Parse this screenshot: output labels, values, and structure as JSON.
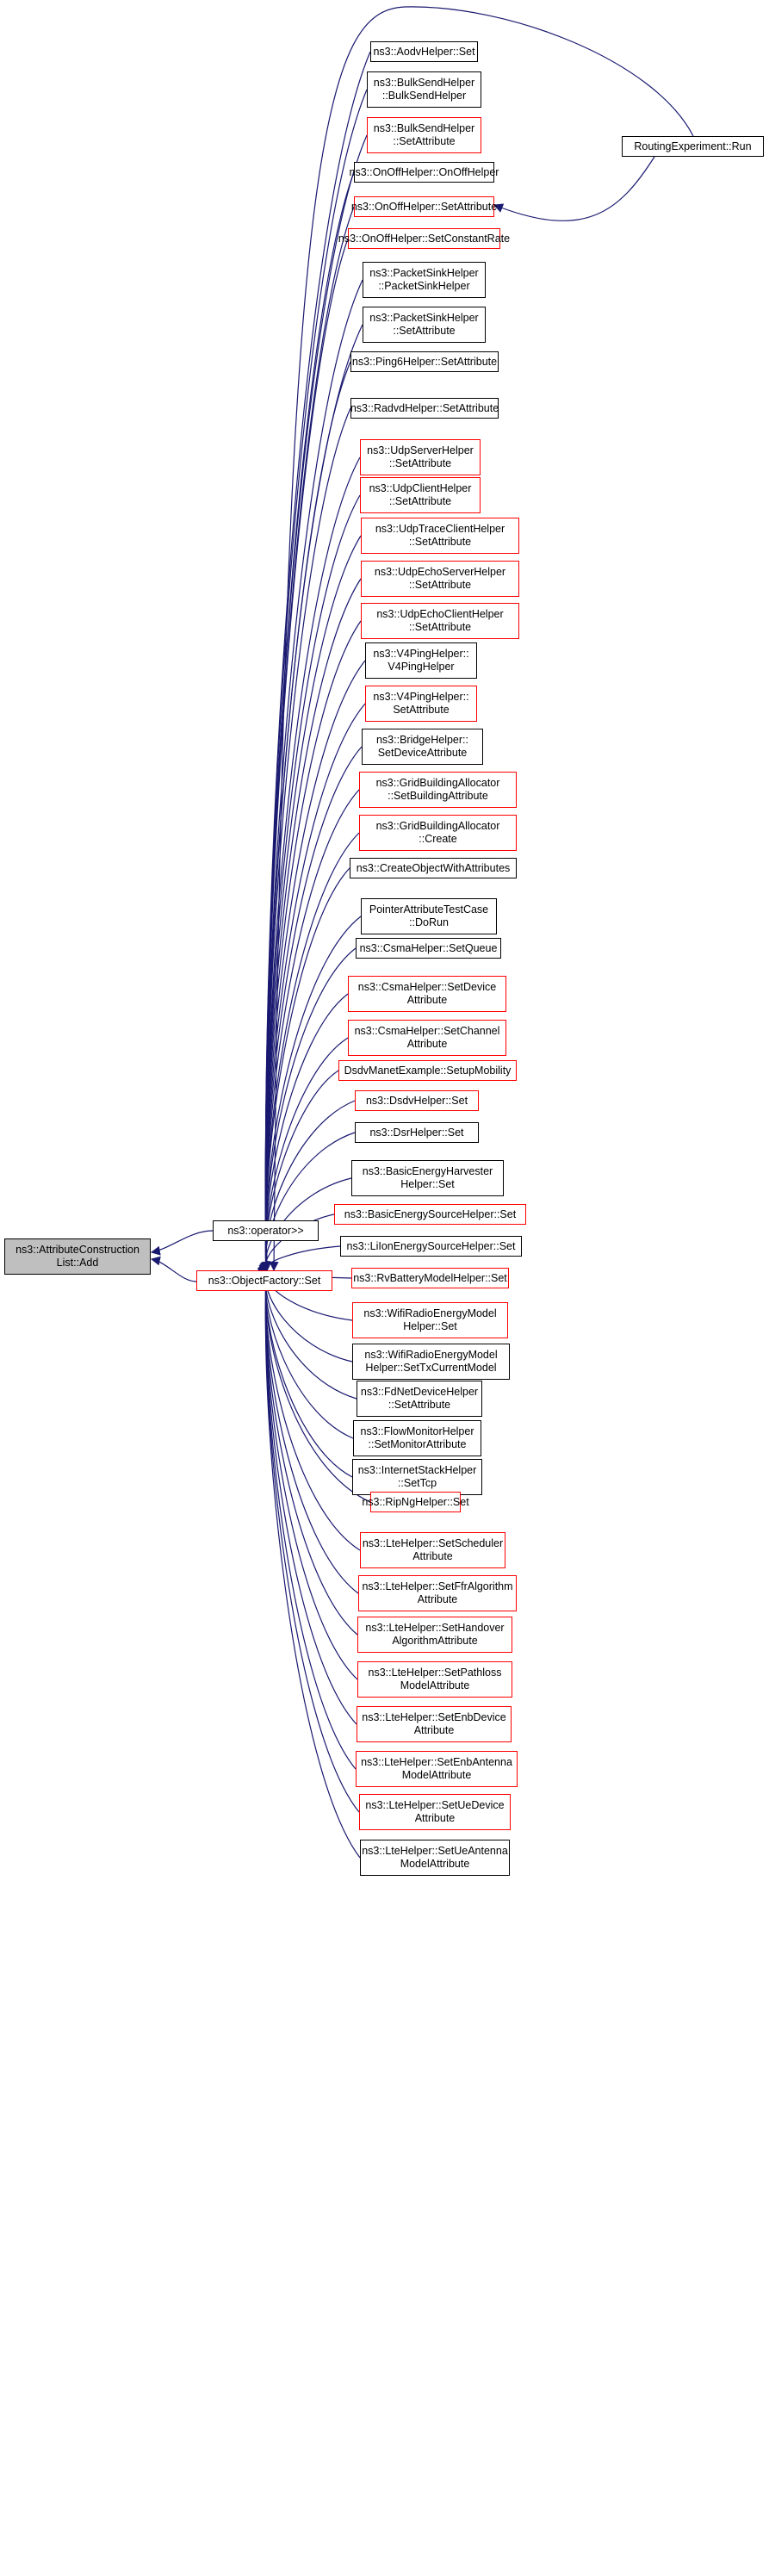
{
  "graph": {
    "colors": {
      "edge": "#191970",
      "border_normal": "#000000",
      "border_incomplete": "#ff0000",
      "root_fill": "#bfbfbf"
    },
    "root": {
      "label": "ns3::AttributeConstruction\nList::Add"
    },
    "operator": {
      "label": "ns3::operator>>"
    },
    "factory": {
      "label": "ns3::ObjectFactory::Set",
      "incomplete": true
    },
    "run": {
      "label": "RoutingExperiment::Run"
    },
    "callers": [
      {
        "label": "ns3::AodvHelper::Set",
        "incomplete": false
      },
      {
        "label": "ns3::BulkSendHelper\n::BulkSendHelper",
        "incomplete": false
      },
      {
        "label": "ns3::BulkSendHelper\n::SetAttribute",
        "incomplete": true
      },
      {
        "label": "ns3::OnOffHelper::OnOffHelper",
        "incomplete": false
      },
      {
        "label": "ns3::OnOffHelper::SetAttribute",
        "incomplete": true
      },
      {
        "label": "ns3::OnOffHelper::SetConstantRate",
        "incomplete": true
      },
      {
        "label": "ns3::PacketSinkHelper\n::PacketSinkHelper",
        "incomplete": false
      },
      {
        "label": "ns3::PacketSinkHelper\n::SetAttribute",
        "incomplete": false
      },
      {
        "label": "ns3::Ping6Helper::SetAttribute",
        "incomplete": false
      },
      {
        "label": "ns3::RadvdHelper::SetAttribute",
        "incomplete": false
      },
      {
        "label": "ns3::UdpServerHelper\n::SetAttribute",
        "incomplete": true
      },
      {
        "label": "ns3::UdpClientHelper\n::SetAttribute",
        "incomplete": true
      },
      {
        "label": "ns3::UdpTraceClientHelper\n::SetAttribute",
        "incomplete": true
      },
      {
        "label": "ns3::UdpEchoServerHelper\n::SetAttribute",
        "incomplete": true
      },
      {
        "label": "ns3::UdpEchoClientHelper\n::SetAttribute",
        "incomplete": true
      },
      {
        "label": "ns3::V4PingHelper::\nV4PingHelper",
        "incomplete": false
      },
      {
        "label": "ns3::V4PingHelper::\nSetAttribute",
        "incomplete": true
      },
      {
        "label": "ns3::BridgeHelper::\nSetDeviceAttribute",
        "incomplete": false
      },
      {
        "label": "ns3::GridBuildingAllocator\n::SetBuildingAttribute",
        "incomplete": true
      },
      {
        "label": "ns3::GridBuildingAllocator\n::Create",
        "incomplete": true
      },
      {
        "label": "ns3::CreateObjectWithAttributes",
        "incomplete": false
      },
      {
        "label": "PointerAttributeTestCase\n::DoRun",
        "incomplete": false
      },
      {
        "label": "ns3::CsmaHelper::SetQueue",
        "incomplete": false
      },
      {
        "label": "ns3::CsmaHelper::SetDevice\nAttribute",
        "incomplete": true
      },
      {
        "label": "ns3::CsmaHelper::SetChannel\nAttribute",
        "incomplete": true
      },
      {
        "label": "DsdvManetExample::SetupMobility",
        "incomplete": true
      },
      {
        "label": "ns3::DsdvHelper::Set",
        "incomplete": true
      },
      {
        "label": "ns3::DsrHelper::Set",
        "incomplete": false
      },
      {
        "label": "ns3::BasicEnergyHarvester\nHelper::Set",
        "incomplete": false
      },
      {
        "label": "ns3::BasicEnergySourceHelper::Set",
        "incomplete": true
      },
      {
        "label": "ns3::LiIonEnergySourceHelper::Set",
        "incomplete": false
      },
      {
        "label": "ns3::RvBatteryModelHelper::Set",
        "incomplete": true
      },
      {
        "label": "ns3::WifiRadioEnergyModel\nHelper::Set",
        "incomplete": true
      },
      {
        "label": "ns3::WifiRadioEnergyModel\nHelper::SetTxCurrentModel",
        "incomplete": false
      },
      {
        "label": "ns3::FdNetDeviceHelper\n::SetAttribute",
        "incomplete": false
      },
      {
        "label": "ns3::FlowMonitorHelper\n::SetMonitorAttribute",
        "incomplete": false
      },
      {
        "label": "ns3::InternetStackHelper\n::SetTcp",
        "incomplete": false
      },
      {
        "label": "ns3::RipNgHelper::Set",
        "incomplete": true
      },
      {
        "label": "ns3::LteHelper::SetScheduler\nAttribute",
        "incomplete": true
      },
      {
        "label": "ns3::LteHelper::SetFfrAlgorithm\nAttribute",
        "incomplete": true
      },
      {
        "label": "ns3::LteHelper::SetHandover\nAlgorithmAttribute",
        "incomplete": true
      },
      {
        "label": "ns3::LteHelper::SetPathloss\nModelAttribute",
        "incomplete": true
      },
      {
        "label": "ns3::LteHelper::SetEnbDevice\nAttribute",
        "incomplete": true
      },
      {
        "label": "ns3::LteHelper::SetEnbAntenna\nModelAttribute",
        "incomplete": true
      },
      {
        "label": "ns3::LteHelper::SetUeDevice\nAttribute",
        "incomplete": true
      },
      {
        "label": "ns3::LteHelper::SetUeAntenna\nModelAttribute",
        "incomplete": false
      }
    ]
  }
}
